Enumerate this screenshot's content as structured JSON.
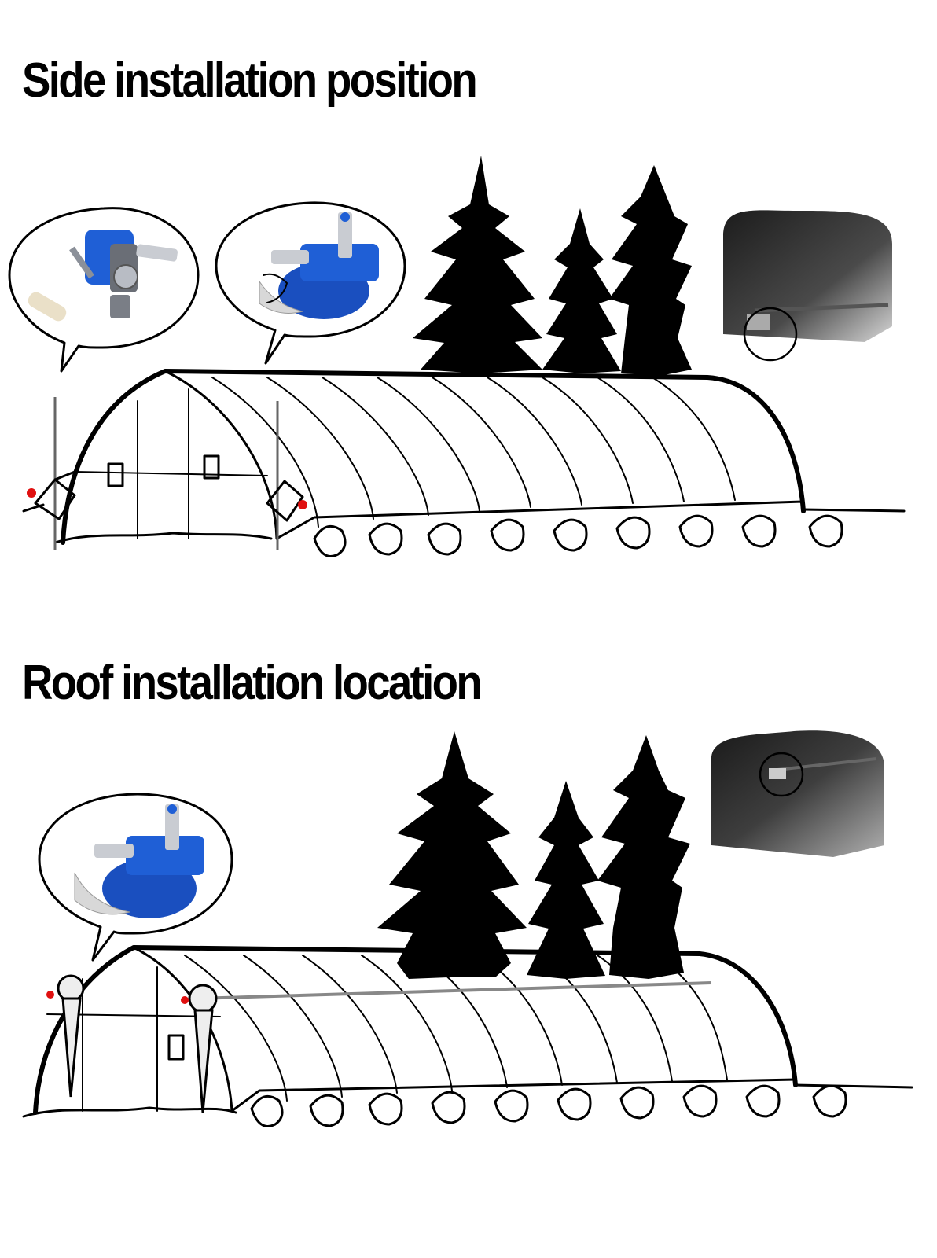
{
  "sections": [
    {
      "id": "side",
      "title": "Side installation position"
    },
    {
      "id": "roof",
      "title": "Roof installation location"
    }
  ],
  "colors": {
    "ink": "#000000",
    "crank_blue": "#1f5fd6",
    "crank_blue_dark": "#0f3ea0",
    "metal": "#b8bcc4",
    "marker_red": "#e01010",
    "photo_dark": "#2e2e2e"
  },
  "icons": [
    "hand-crank-winch-icon",
    "roll-up-gearbox-icon",
    "tree-icon",
    "greenhouse-icon",
    "plant-icon",
    "red-marker-icon",
    "highlight-circle-icon"
  ]
}
